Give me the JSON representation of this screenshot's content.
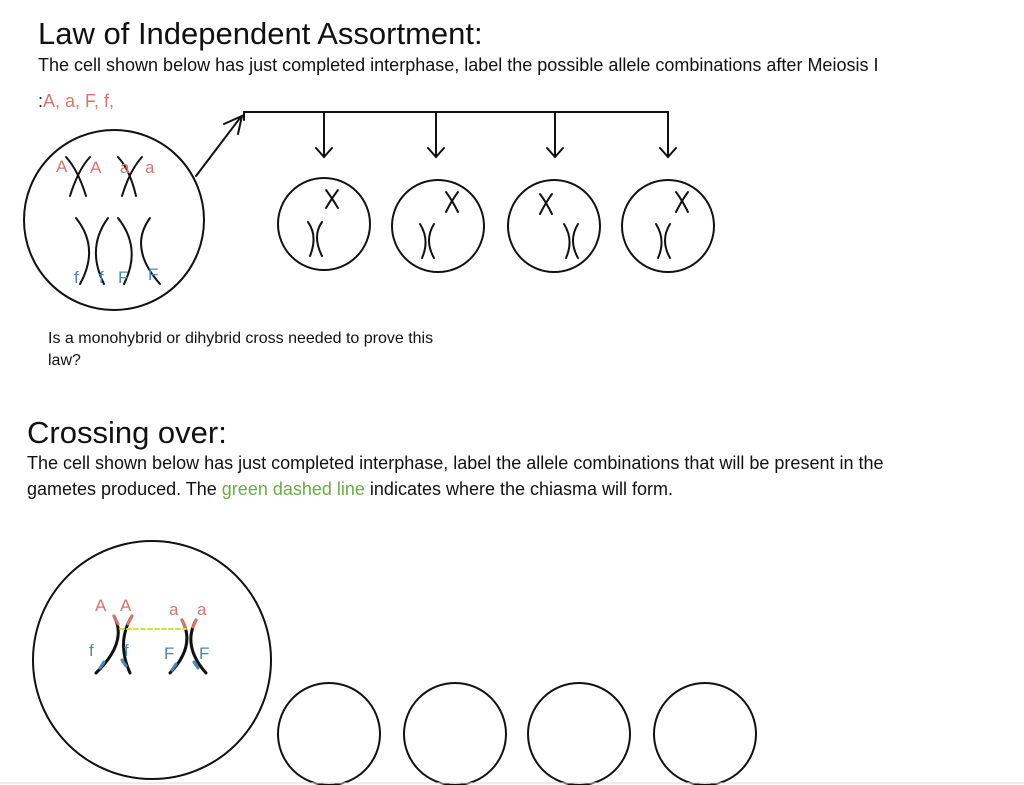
{
  "section1": {
    "title": "Law of Independent Assortment:",
    "instruction": "The cell shown below has just completed interphase, label the possible allele combinations after Meiosis I",
    "alleles_prefix": ":",
    "alleles": "A, a, F, f,",
    "question": "Is a monohybrid or dihybrid cross needed to prove this law?",
    "question_line1": "Is a monohybrid or dihybrid cross needed to prove this",
    "question_line2": "law?",
    "cell_labels": {
      "a1": "A",
      "a2": "A",
      "a3": "a",
      "a4": "a",
      "f1": "f",
      "f2": "f",
      "F1": "F",
      "F2": "F"
    }
  },
  "section2": {
    "title": "Crossing over:",
    "instruction_line1": "The cell shown below has just completed interphase, label the allele combinations that will be present in the",
    "instruction_line2_a": "gametes produced. The ",
    "instruction_line2_green": "green dashed line",
    "instruction_line2_b": " indicates where the chiasma will form.",
    "cell_labels": {
      "a1": "A",
      "a2": "A",
      "a3": "a",
      "a4": "a",
      "f1": "f",
      "f2": "f",
      "F1": "F",
      "F2": "F"
    }
  },
  "colors": {
    "dominant_red": "#d0776f",
    "recessive_blue": "#4f86b8",
    "chiasma_green": "#c8e63c",
    "text_green": "#6ea84f"
  }
}
